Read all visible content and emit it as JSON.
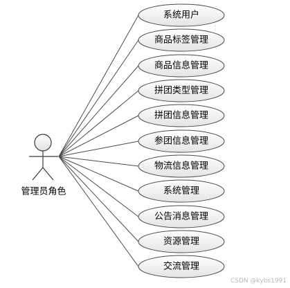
{
  "actor": {
    "label": "管理员角色"
  },
  "use_cases": [
    {
      "label": "系统用户"
    },
    {
      "label": "商品标签管理"
    },
    {
      "label": "商品信息管理"
    },
    {
      "label": "拼团类型管理"
    },
    {
      "label": "拼团信息管理"
    },
    {
      "label": "参团信息管理"
    },
    {
      "label": "物流信息管理"
    },
    {
      "label": "系统管理"
    },
    {
      "label": "公告消息管理"
    },
    {
      "label": "资源管理"
    },
    {
      "label": "交流管理"
    }
  ],
  "watermark": "CSDN @kybs1991",
  "colors": {
    "outline": "#4a4a4a",
    "ellipse_fill_top": "#ffffff",
    "ellipse_fill_bottom": "#e4e4e4",
    "watermark": "#b8b8b8"
  }
}
